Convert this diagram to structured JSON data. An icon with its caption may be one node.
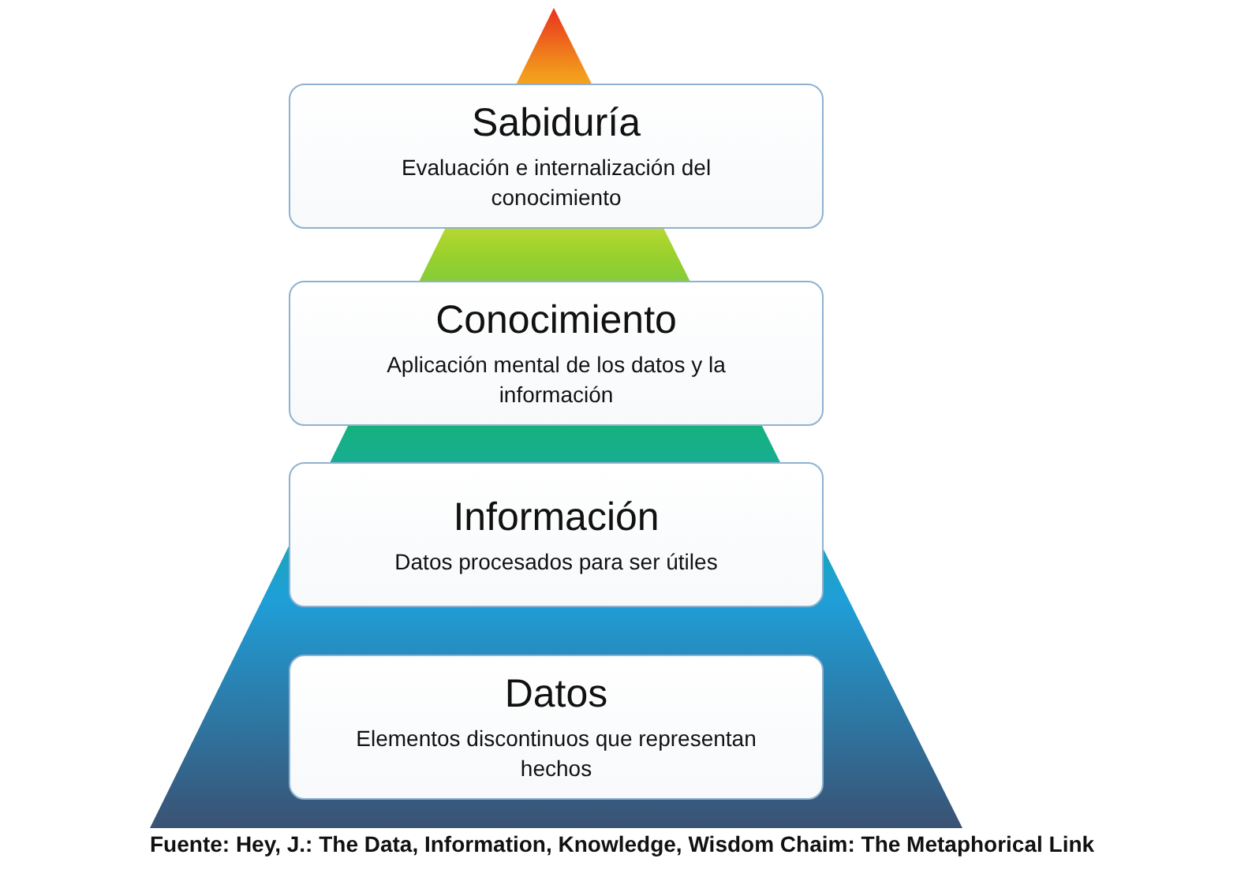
{
  "diagram": {
    "caption": "Fuente: Hey, J.: The Data, Information, Knowledge, Wisdom Chaim: The Metaphorical Link",
    "nodes": [
      {
        "text": [
          "Sabiduría",
          "Evaluación e internalización del conocimiento"
        ]
      },
      {
        "text": [
          "Conocimiento",
          "Aplicación mental de los datos y la información"
        ]
      },
      {
        "text": [
          "Información",
          "Datos procesados para ser útiles"
        ]
      },
      {
        "text": [
          "Datos",
          "Elementos discontinuos que representan hechos"
        ]
      }
    ],
    "edges": []
  }
}
